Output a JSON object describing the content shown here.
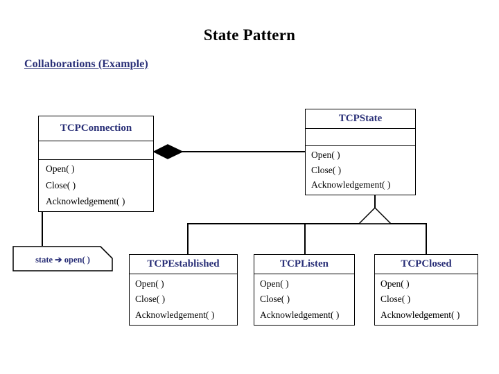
{
  "slide": {
    "title": "State Pattern",
    "section_title": "Collaborations (Example)"
  },
  "colors": {
    "class_name": "#292f77",
    "heading": "#292f77",
    "title": "#000000",
    "line": "#000000",
    "background": "#ffffff"
  },
  "classes": {
    "tcpconnection": {
      "name": "TCPConnection",
      "attributes": [],
      "operations": [
        "Open( )",
        "Close( )",
        "Acknowledgement( )"
      ]
    },
    "tcpstate": {
      "name": "TCPState",
      "attributes": [],
      "operations": [
        "Open( )",
        "Close( )",
        "Acknowledgement( )"
      ]
    },
    "tcpestablished": {
      "name": "TCPEstablished",
      "operations": [
        "Open( )",
        "Close( )",
        "Acknowledgement( )"
      ]
    },
    "tcplisten": {
      "name": "TCPListen",
      "operations": [
        "Open( )",
        "Close( )",
        "Acknowledgement( )"
      ]
    },
    "tcpclosed": {
      "name": "TCPClosed",
      "operations": [
        "Open( )",
        "Close( )",
        "Acknowledgement( )"
      ]
    }
  },
  "note": {
    "text": "state ➔ open( )"
  },
  "relationships": {
    "aggregation": {
      "type": "aggregation",
      "source": "TCPConnection",
      "target": "TCPState",
      "marker": "filled-diamond"
    },
    "generalization": {
      "type": "generalization",
      "parent": "TCPState",
      "children": [
        "TCPEstablished",
        "TCPListen",
        "TCPClosed"
      ],
      "marker": "hollow-triangle"
    },
    "note_anchor": {
      "type": "note-link",
      "source": "note",
      "target": "TCPConnection.Open( )"
    }
  }
}
